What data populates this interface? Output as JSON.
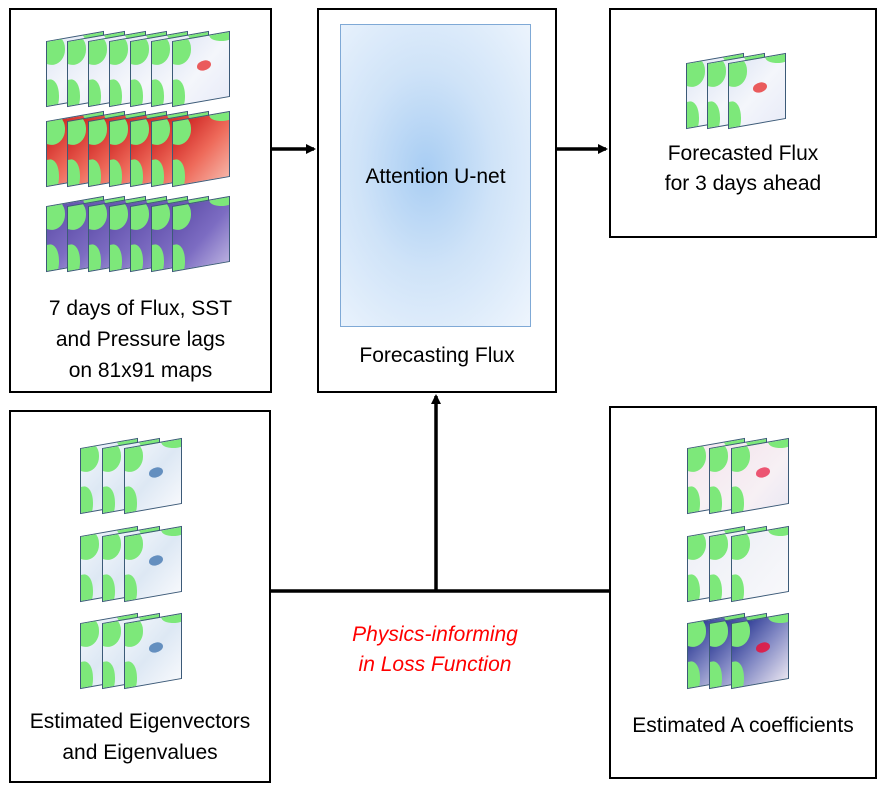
{
  "input_box": {
    "caption_lines": [
      "7 days of Flux, SST",
      "and Pressure lags",
      "on 81x91 maps"
    ],
    "map_rows": [
      {
        "name": "flux-lags",
        "count": 7,
        "colormap": "blue-white-red"
      },
      {
        "name": "sst-lags",
        "count": 7,
        "colormap": "red"
      },
      {
        "name": "pressure-lags",
        "count": 7,
        "colormap": "purple"
      }
    ]
  },
  "model_box": {
    "inner_title": "Attention U-net",
    "caption": "Forecasting Flux"
  },
  "output_box": {
    "caption_lines": [
      "Forecasted Flux",
      "for 3 days ahead"
    ],
    "map_count": 3
  },
  "eigen_box": {
    "caption_lines": [
      "Estimated Eigenvectors",
      "and Eigenvalues"
    ],
    "map_rows": 3
  },
  "coeff_box": {
    "caption_lines": [
      "Estimated A coefficients"
    ],
    "map_rows": 3
  },
  "physics_label": [
    "Physics-informing",
    "in Loss Function"
  ],
  "colors": {
    "land": "#7de87a",
    "physics_text": "#ff0000",
    "unet_center": "#a8cdf3",
    "border": "#000000"
  }
}
